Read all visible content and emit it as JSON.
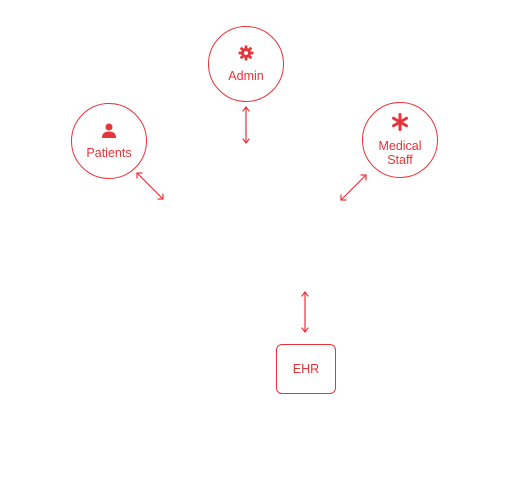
{
  "colors": {
    "accent": "#e6343b",
    "background": "#ffffff"
  },
  "nodes": {
    "admin": {
      "label": "Admin",
      "icon": "gear-icon"
    },
    "patients": {
      "label": "Patients",
      "icon": "person-icon"
    },
    "medical_staff": {
      "label_line1": "Medical",
      "label_line2": "Staff",
      "icon": "asterisk-icon"
    },
    "ehr": {
      "label": "EHR"
    }
  },
  "connectors": [
    {
      "from": "admin",
      "type": "bidirectional-arrow"
    },
    {
      "from": "patients",
      "type": "bidirectional-arrow"
    },
    {
      "from": "medical_staff",
      "type": "bidirectional-arrow"
    },
    {
      "to": "ehr",
      "type": "bidirectional-arrow"
    }
  ]
}
